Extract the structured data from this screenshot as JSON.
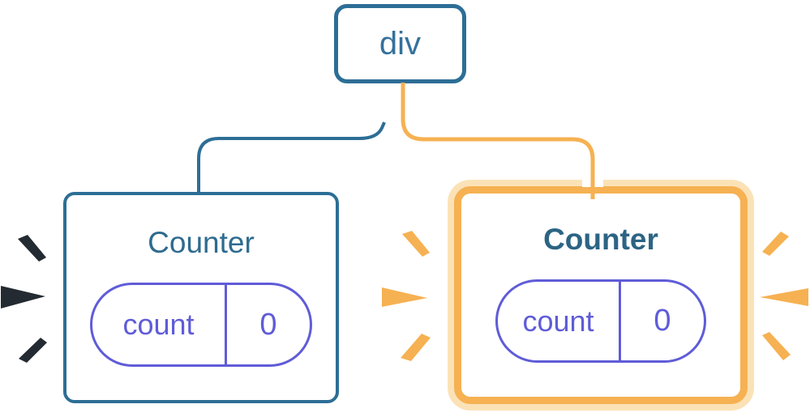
{
  "palette": {
    "node_border_blue": "#2d6e96",
    "node_text_blue": "#35719b",
    "title_blue": "#2e6b8f",
    "pill_purple": "#5f5cd8",
    "highlight_orange": "#f6b152",
    "highlight_orange_pale": "#fbe2b6",
    "sparkle_dark": "#242a31",
    "edge_blue": "#2d6e96",
    "edge_orange": "#f6b152",
    "casing_white": "#ffffff"
  },
  "tree": {
    "root": {
      "label": "div"
    },
    "children": [
      {
        "title": "Counter",
        "highlighted": false,
        "state": {
          "key": "count",
          "value": "0"
        }
      },
      {
        "title": "Counter",
        "highlighted": true,
        "state": {
          "key": "count",
          "value": "0"
        }
      }
    ]
  }
}
